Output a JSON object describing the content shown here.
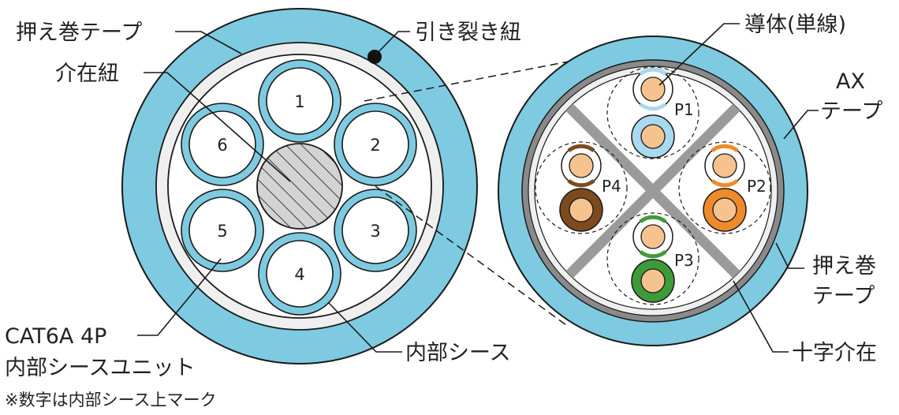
{
  "colors": {
    "sheath": "#7ecae1",
    "white_band": "#efefef",
    "ax_tape": "#8a8a8a",
    "core": "#f6c38f",
    "brown": "#7d4a1f",
    "orange": "#ef8a2a",
    "green": "#3f9a3a",
    "blue": "#a9d9ee",
    "filler": "#d3d3d3",
    "line": "#1a1a1a"
  },
  "left": {
    "units": [
      {
        "number": "1"
      },
      {
        "number": "2"
      },
      {
        "number": "3"
      },
      {
        "number": "4"
      },
      {
        "number": "5"
      },
      {
        "number": "6"
      }
    ],
    "labels": {
      "binder_tape": "押え巻テープ",
      "ripcord": "引き裂き紐",
      "filler": "介在紐",
      "unit_line1": "CAT6A 4P",
      "unit_line2": "内部シースユニット",
      "note": "※数字は内部シース上マーク",
      "inner_sheath": "内部シース"
    }
  },
  "right": {
    "pairs": [
      {
        "label": "P1",
        "color_name": "blue"
      },
      {
        "label": "P2",
        "color_name": "orange"
      },
      {
        "label": "P3",
        "color_name": "green"
      },
      {
        "label": "P4",
        "color_name": "brown"
      }
    ],
    "labels": {
      "conductor": "導体(単線)",
      "ax_line1": "AX",
      "ax_line2": "テープ",
      "binder_line1": "押え巻",
      "binder_line2": "テープ",
      "cross_filler": "十字介在"
    }
  }
}
